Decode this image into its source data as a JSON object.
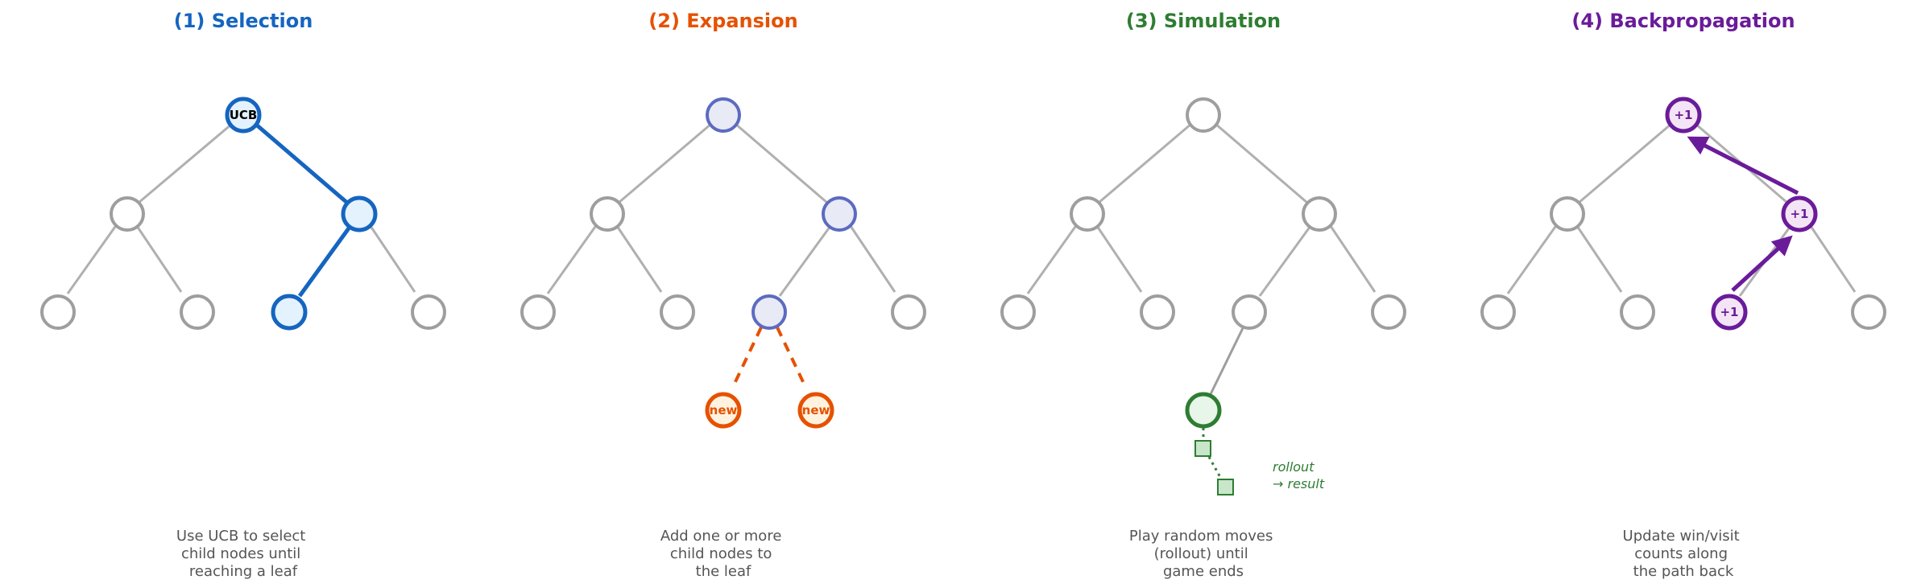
{
  "colors": {
    "selection": "#1565c0",
    "expansion": "#e65100",
    "simulation": "#2e7d32",
    "backprop": "#6a1b9a",
    "neutral": "#9e9e9e",
    "edge": "#b0b0b0",
    "caption": "#555555"
  },
  "panels": [
    {
      "id": "selection",
      "title": "(1) Selection",
      "caption": [
        "Use UCB to select",
        "child nodes until",
        "reaching a leaf"
      ],
      "root_label": "UCB"
    },
    {
      "id": "expansion",
      "title": "(2) Expansion",
      "caption": [
        "Add one or more",
        "child nodes to",
        "the leaf"
      ],
      "new_label_left": "new",
      "new_label_right": "new"
    },
    {
      "id": "simulation",
      "title": "(3) Simulation",
      "caption": [
        "Play random moves",
        "(rollout) until",
        "game ends"
      ],
      "note": [
        "rollout",
        "→ result"
      ]
    },
    {
      "id": "backprop",
      "title": "(4) Backpropagation",
      "caption": [
        "Update win/visit",
        "counts along",
        "the path back"
      ],
      "root_label": "+1",
      "mid_label": "+1",
      "leaf_label": "+1"
    }
  ]
}
